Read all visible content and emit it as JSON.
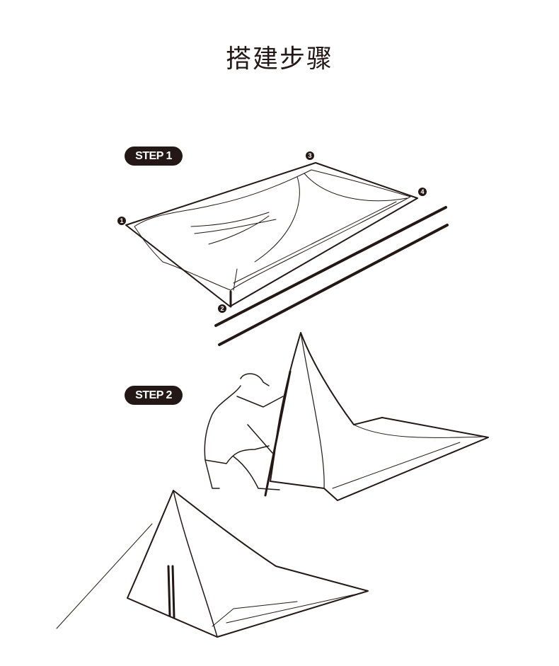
{
  "title": "搭建步骤",
  "steps": [
    {
      "label": "STEP 1",
      "markers": [
        "1",
        "2",
        "3",
        "4"
      ]
    },
    {
      "label": "STEP 2"
    }
  ]
}
